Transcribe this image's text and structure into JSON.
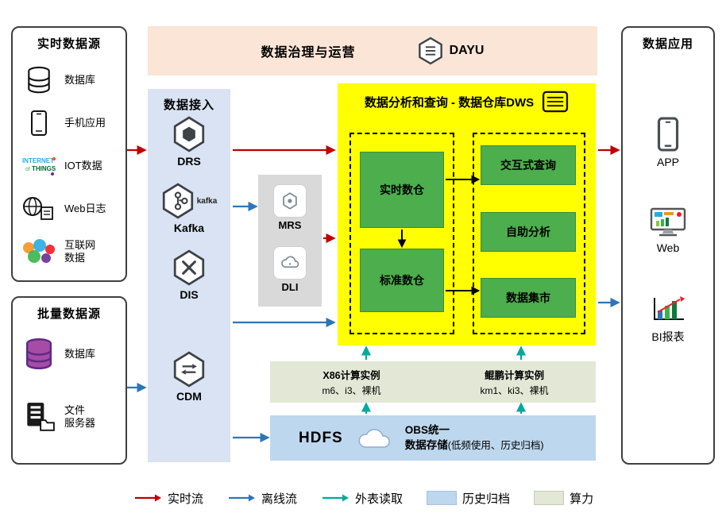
{
  "colors": {
    "realtime_flow": "#c00000",
    "offline_flow": "#2e75b6",
    "external_read": "#00a99d",
    "archive_fill": "#bdd7ee",
    "compute_fill": "#e2e8d5",
    "warehouse_fill": "#ffff00",
    "module_green": "#4cae4c",
    "governance_fill": "#fbe5d6",
    "access_fill": "#dae3f3",
    "engine_fill": "#d9d9d9"
  },
  "realtime_sources": {
    "title": "实时数据源",
    "items": [
      {
        "label": "数据库",
        "icon": "database-icon"
      },
      {
        "label": "手机应用",
        "icon": "phone-icon"
      },
      {
        "label": "IOT数据",
        "icon": "iot-icon"
      },
      {
        "label": "Web日志",
        "icon": "web-log-icon"
      },
      {
        "label": "互联网\n数据",
        "icon": "internet-data-icon"
      }
    ]
  },
  "batch_sources": {
    "title": "批量数据源",
    "items": [
      {
        "label": "数据库",
        "icon": "database-purple-icon"
      },
      {
        "label": "文件\n服务器",
        "icon": "file-server-icon"
      }
    ]
  },
  "governance": {
    "title": "数据治理与运营",
    "product": "DAYU"
  },
  "access": {
    "title": "数据接入",
    "items": [
      {
        "label": "DRS"
      },
      {
        "label": "Kafka",
        "mark": "kafka"
      },
      {
        "label": "DIS"
      },
      {
        "label": "CDM"
      }
    ]
  },
  "engines": {
    "items": [
      {
        "label": "MRS"
      },
      {
        "label": "DLI"
      }
    ]
  },
  "warehouse": {
    "title": "数据分析和查询 - 数据仓库DWS",
    "left_modules": [
      {
        "label": "实时数仓"
      },
      {
        "label": "标准数仓"
      }
    ],
    "right_modules": [
      {
        "label": "交互式查询"
      },
      {
        "label": "自助分析"
      },
      {
        "label": "数据集市"
      }
    ]
  },
  "compute": {
    "left": {
      "title": "X86计算实例",
      "detail": "m6、i3、裸机"
    },
    "right": {
      "title": "鲲鹏计算实例",
      "detail": "km1、ki3、裸机"
    }
  },
  "storage": {
    "hdfs": "HDFS",
    "obs_line1": "OBS统一",
    "obs_line2": "数据存储",
    "obs_note": "(低频使用、历史归档)"
  },
  "apps": {
    "title": "数据应用",
    "items": [
      {
        "label": "APP"
      },
      {
        "label": "Web"
      },
      {
        "label": "BI报表"
      }
    ]
  },
  "legend": {
    "items": [
      {
        "label": "实时流",
        "type": "arrow",
        "color": "#c00000"
      },
      {
        "label": "离线流",
        "type": "arrow",
        "color": "#2e75b6"
      },
      {
        "label": "外表读取",
        "type": "arrow",
        "color": "#00a99d"
      },
      {
        "label": "历史归档",
        "type": "swatch",
        "color": "#bdd7ee"
      },
      {
        "label": "算力",
        "type": "swatch",
        "color": "#e2e8d5"
      }
    ]
  }
}
